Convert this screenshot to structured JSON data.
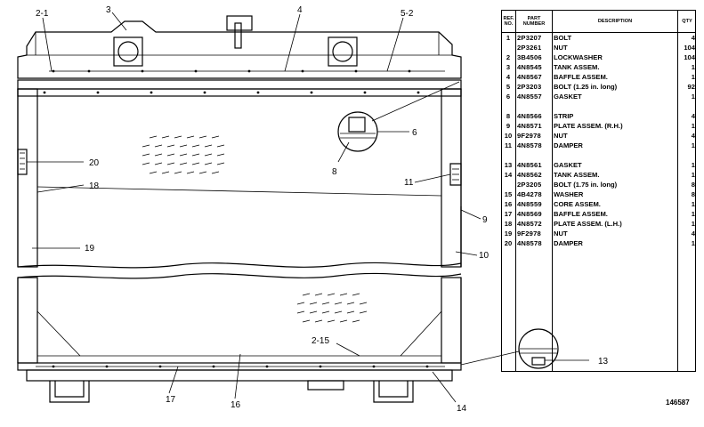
{
  "callouts": {
    "c2_1": "2-1",
    "c3": "3",
    "c4": "4",
    "c5_2": "5-2",
    "c6": "6",
    "c8": "8",
    "c20": "20",
    "c18": "18",
    "c19": "19",
    "c11": "11",
    "c9": "9",
    "c10": "10",
    "c2_15": "2-15",
    "c17": "17",
    "c16": "16",
    "c14": "14",
    "c13": "13"
  },
  "table": {
    "headers": {
      "ref": "REF. NO.",
      "part": "PART NUMBER",
      "desc": "DESCRIPTION",
      "qty": "QTY"
    },
    "rows": [
      {
        "ref": "1",
        "part": "2P3207",
        "desc": "BOLT",
        "qty": "4"
      },
      {
        "ref": "",
        "part": "2P3261",
        "desc": "NUT",
        "qty": "104"
      },
      {
        "ref": "2",
        "part": "3B4506",
        "desc": "LOCKWASHER",
        "qty": "104"
      },
      {
        "ref": "3",
        "part": "4N8545",
        "desc": "TANK ASSEM.",
        "qty": "1"
      },
      {
        "ref": "4",
        "part": "4N8567",
        "desc": "BAFFLE ASSEM.",
        "qty": "1"
      },
      {
        "ref": "5",
        "part": "2P3203",
        "desc": "BOLT (1.25 in. long)",
        "qty": "92"
      },
      {
        "ref": "6",
        "part": "4N8557",
        "desc": "GASKET",
        "qty": "1"
      },
      {
        "ref": "",
        "part": "",
        "desc": "",
        "qty": ""
      },
      {
        "ref": "8",
        "part": "4N8566",
        "desc": "STRIP",
        "qty": "4"
      },
      {
        "ref": "9",
        "part": "4N8571",
        "desc": "PLATE ASSEM. (R.H.)",
        "qty": "1"
      },
      {
        "ref": "10",
        "part": "9F2978",
        "desc": "NUT",
        "qty": "4"
      },
      {
        "ref": "11",
        "part": "4N8578",
        "desc": "DAMPER",
        "qty": "1"
      },
      {
        "ref": "",
        "part": "",
        "desc": "",
        "qty": ""
      },
      {
        "ref": "13",
        "part": "4N8561",
        "desc": "GASKET",
        "qty": "1"
      },
      {
        "ref": "14",
        "part": "4N8562",
        "desc": "TANK ASSEM.",
        "qty": "1"
      },
      {
        "ref": "",
        "part": "2P3205",
        "desc": "BOLT (1.75 in. long)",
        "qty": "8"
      },
      {
        "ref": "15",
        "part": "4B4278",
        "desc": "WASHER",
        "qty": "8"
      },
      {
        "ref": "16",
        "part": "4N8559",
        "desc": "CORE ASSEM.",
        "qty": "1"
      },
      {
        "ref": "17",
        "part": "4N8569",
        "desc": "BAFFLE ASSEM.",
        "qty": "1"
      },
      {
        "ref": "18",
        "part": "4N8572",
        "desc": "PLATE ASSEM. (L.H.)",
        "qty": "1"
      },
      {
        "ref": "19",
        "part": "9F2978",
        "desc": "NUT",
        "qty": "4"
      },
      {
        "ref": "20",
        "part": "4N8578",
        "desc": "DAMPER",
        "qty": "1"
      }
    ]
  },
  "figure_id": "146587"
}
